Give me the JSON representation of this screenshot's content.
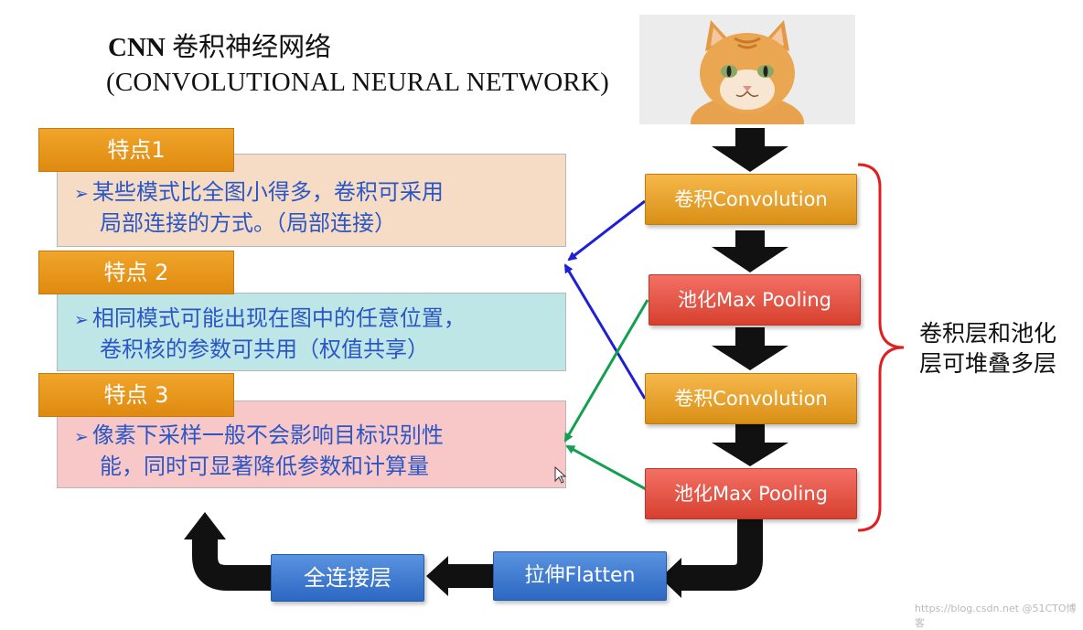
{
  "title": {
    "cnn": "CNN",
    "cn": "卷积神经网络",
    "en": "(CONVOLUTIONAL NEURAL NETWORK)"
  },
  "features": [
    {
      "header": "特点1",
      "lines": [
        "某些模式比全图小得多，卷积可采用",
        "局部连接的方式。（局部连接）"
      ]
    },
    {
      "header": "特点 2",
      "lines": [
        "相同模式可能出现在图中的任意位置，",
        "卷积核的参数可共用（权值共享）"
      ]
    },
    {
      "header": "特点 3",
      "lines": [
        "像素下采样一般不会影响目标识别性",
        "能，同时可显著降低参数和计算量"
      ]
    }
  ],
  "flow": {
    "conv1": "卷积Convolution",
    "pool1": "池化Max Pooling",
    "conv2": "卷积Convolution",
    "pool2": "池化Max Pooling",
    "flatten": "拉伸Flatten",
    "fc": "全连接层"
  },
  "brace_note": [
    "卷积层和池化",
    "层可堆叠多层"
  ],
  "watermark": "https://blog.csdn.net @51CTO博客",
  "colors": {
    "feature_header": "#e89a1c",
    "box1_bg": "#f6dcc4",
    "box2_bg": "#bfe6e6",
    "box3_bg": "#f8c8c8",
    "bullet_text": "#2a56c6",
    "blue_arrow": "#1f1fd6",
    "green_arrow": "#12a050",
    "brace": "#e02020"
  }
}
